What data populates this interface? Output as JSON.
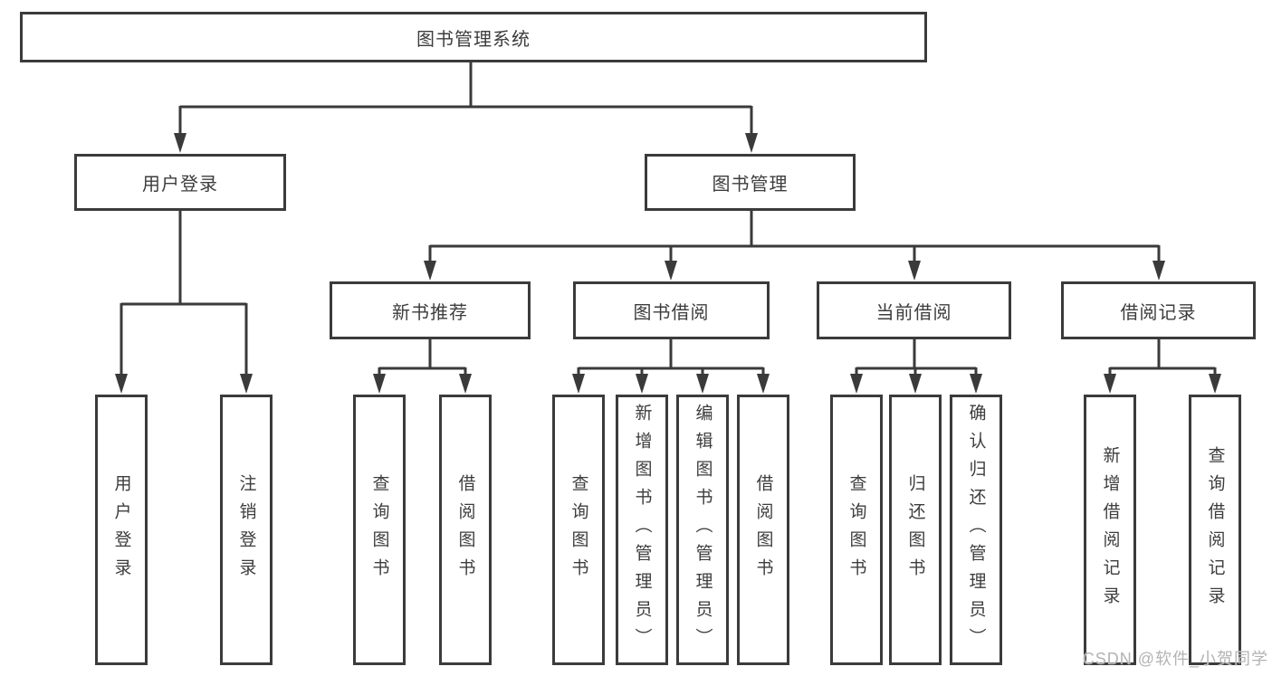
{
  "tree": {
    "root": "图书管理系统",
    "user_login": {
      "label": "用户登录",
      "children": [
        "用户登录",
        "注销登录"
      ]
    },
    "book_mgmt": {
      "label": "图书管理",
      "groups": [
        {
          "label": "新书推荐",
          "children": [
            "查询图书",
            "借阅图书"
          ]
        },
        {
          "label": "图书借阅",
          "children": [
            "查询图书",
            "新增图书（管理员）",
            "编辑图书（管理员）",
            "借阅图书"
          ]
        },
        {
          "label": "当前借阅",
          "children": [
            "查询图书",
            "归还图书",
            "确认归还（管理员）"
          ]
        },
        {
          "label": "借阅记录",
          "children": [
            "新增借阅记录",
            "查询借阅记录"
          ]
        }
      ]
    }
  },
  "colors": {
    "line": "#3a3a3a",
    "border": "#3b3b3b",
    "text": "#3d3d3d",
    "watermark": "#b3b3b3"
  },
  "watermark": "CSDN @软件_小贺同学"
}
